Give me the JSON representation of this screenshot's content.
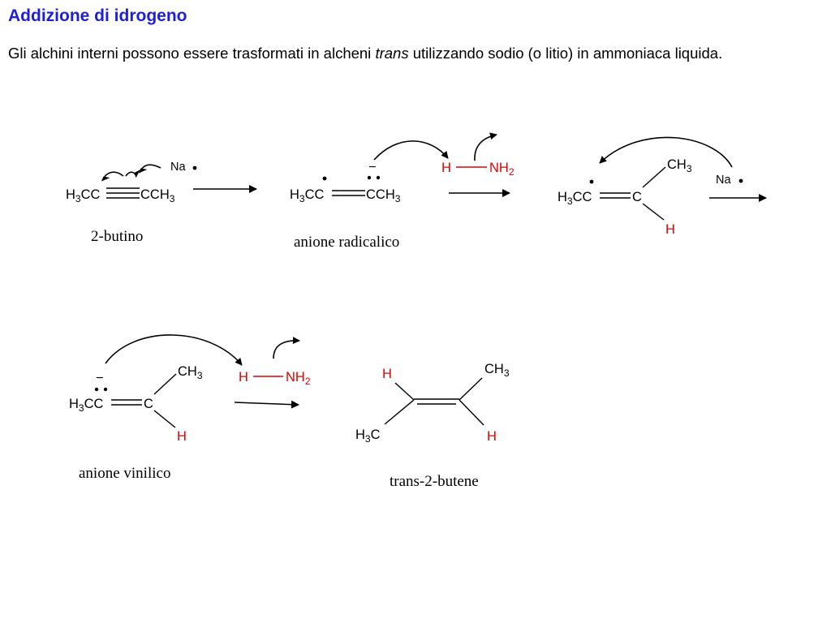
{
  "header": {
    "title": "Addizione di idrogeno",
    "intro_before": "Gli alchini interni possono essere trasformati in alcheni ",
    "intro_emphasis": "trans",
    "intro_after": " utilizzando sodio (o litio) in ammoniaca liquida."
  },
  "labels": {
    "h": "H",
    "c": "C",
    "nh": "NH",
    "ch": "CH",
    "h3cc": "H",
    "cc": "CC",
    "cch": "CCH",
    "sub2": "2",
    "sub3": "3",
    "na": "Na",
    "minus": "−"
  },
  "captions": {
    "alkyne": "2-butino",
    "radical_anion": "anione radicalico",
    "vinyl_anion": "anione vinilico",
    "product": "trans-2-butene"
  },
  "colors": {
    "title": "#1f1fd6",
    "highlight": "#e00000"
  }
}
